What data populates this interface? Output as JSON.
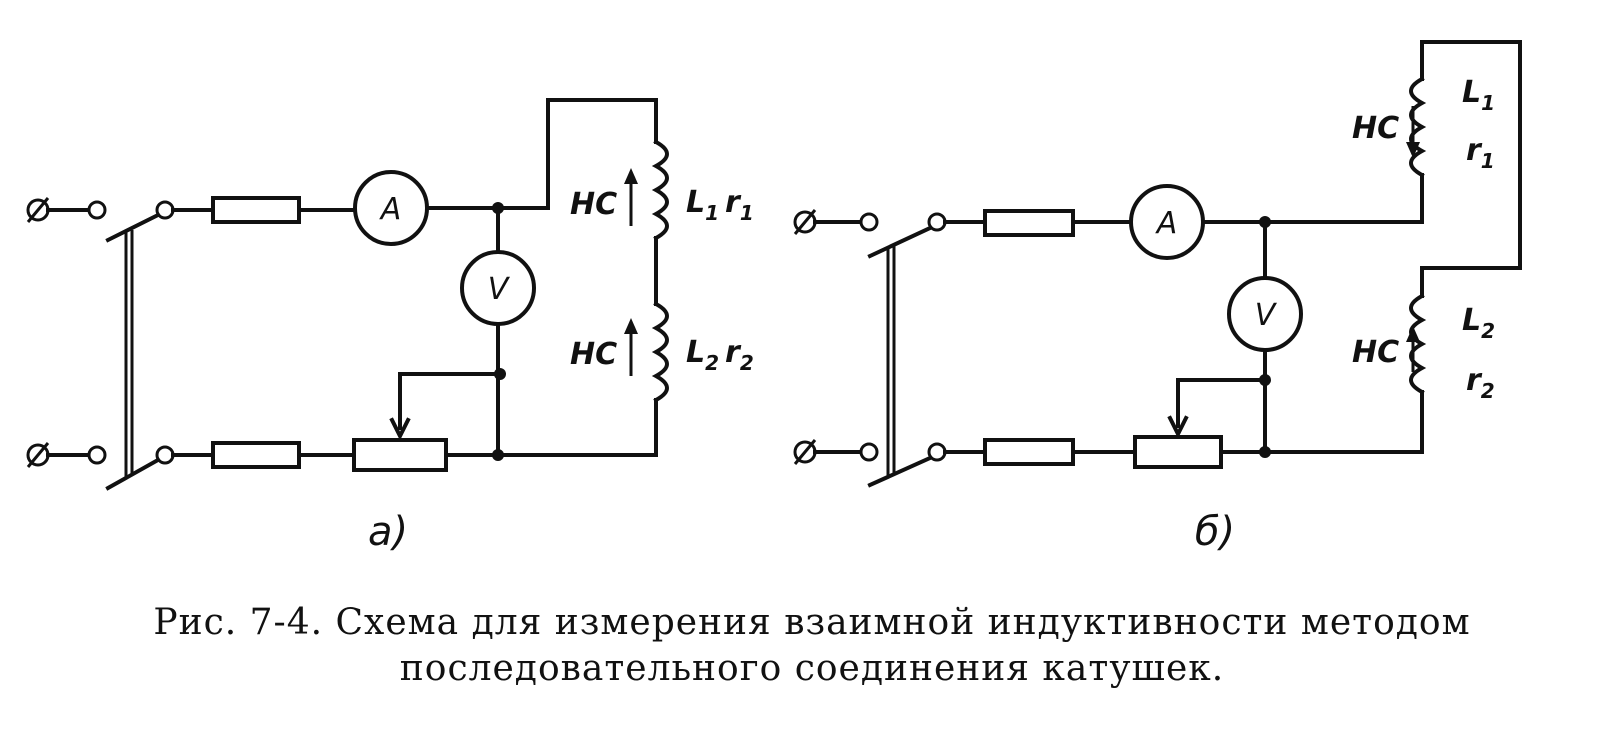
{
  "diagrams": {
    "a": {
      "panel_label": "а)",
      "ammeter_label": "A",
      "voltmeter_label": "V",
      "coil1": {
        "direction_label": "HC",
        "L_main": "L",
        "L_sub": "1",
        "r_main": "r",
        "r_sub": "1"
      },
      "coil2": {
        "direction_label": "HC",
        "L_main": "L",
        "L_sub": "2",
        "r_main": "r",
        "r_sub": "2"
      }
    },
    "b": {
      "panel_label": "б)",
      "ammeter_label": "A",
      "voltmeter_label": "V",
      "coil1": {
        "direction_label": "HC",
        "L_main": "L",
        "L_sub": "1",
        "r_main": "r",
        "r_sub": "1"
      },
      "coil2": {
        "direction_label": "HC",
        "L_main": "L",
        "L_sub": "2",
        "r_main": "r",
        "r_sub": "2"
      }
    }
  },
  "caption": {
    "line1": "Рис. 7-4. Схема для измерения взаимной индуктивности методом",
    "line2": "последовательного соединения катушек."
  }
}
